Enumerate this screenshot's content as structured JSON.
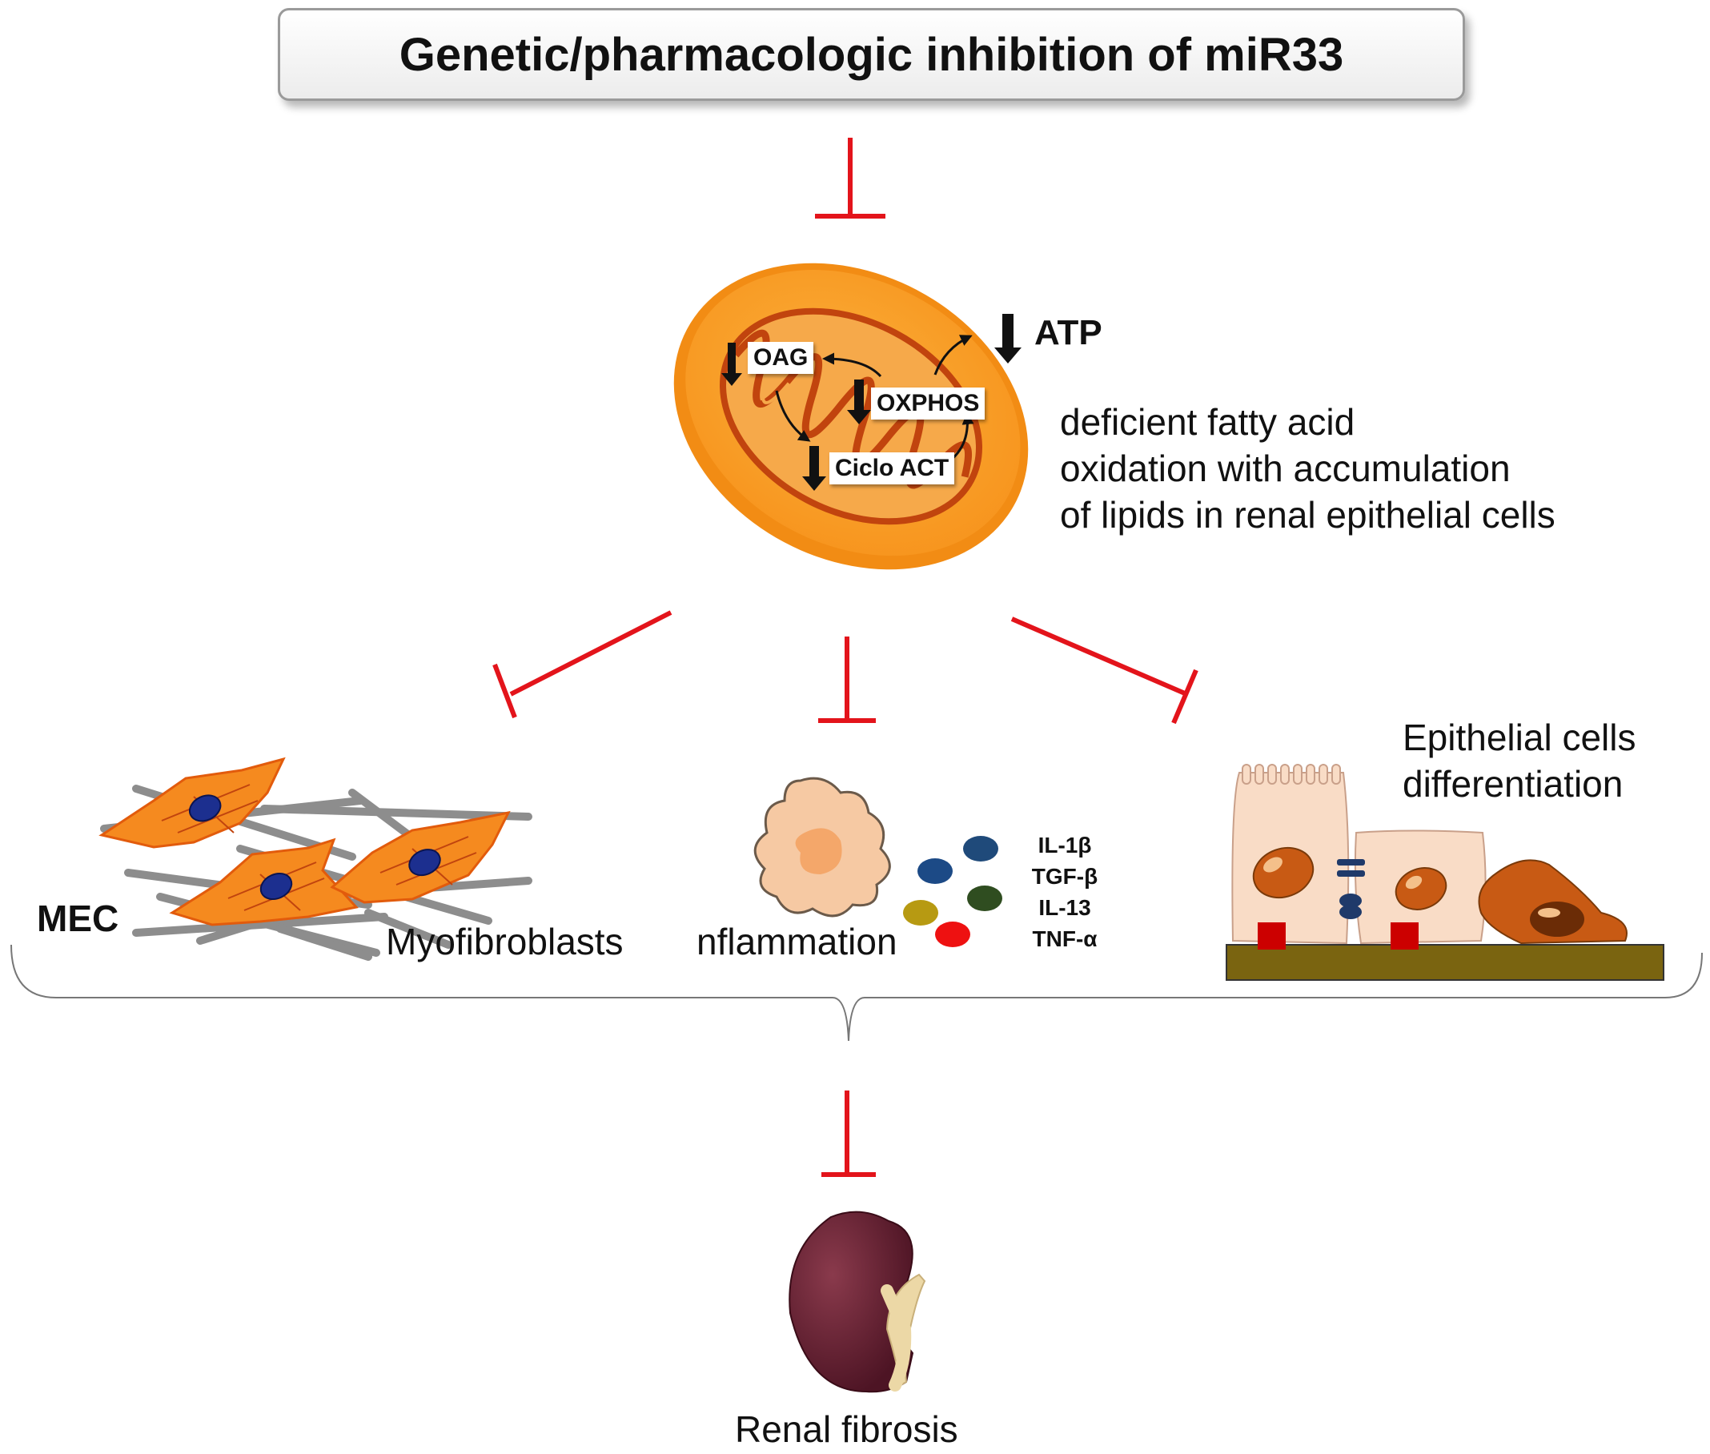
{
  "title": "Genetic/pharmacologic inhibition of miR33",
  "mitochondrion": {
    "labels": {
      "oag": "OAG",
      "oxphos": "OXPHOS",
      "ciclo": "Ciclo ACT",
      "atp": "ATP"
    }
  },
  "description": {
    "line1": "deficient fatty acid",
    "line2": "oxidation with accumulation",
    "line3": "of lipids in renal epithelial cells"
  },
  "branches": {
    "mec": "MEC",
    "myofibroblasts": "Myofibroblasts",
    "inflammation": "nflammation",
    "cytokines": [
      "IL-1β",
      "TGF-β",
      "IL-13",
      "TNF-α"
    ],
    "epithelial_line1": "Epithelial cells",
    "epithelial_line2": "differentiation"
  },
  "outcome": "Renal fibrosis",
  "colors": {
    "inhibition": "#e3141b",
    "mito_outer": "#f7941d",
    "mito_inner": "#c1440e",
    "myofibroblast": "#f58a1f",
    "nucleus": "#1c2f8f",
    "macrophage": "#f6c9a3",
    "kidney": "#6b2234",
    "basement": "#7a6410",
    "cell_junction": "#cc0000"
  }
}
